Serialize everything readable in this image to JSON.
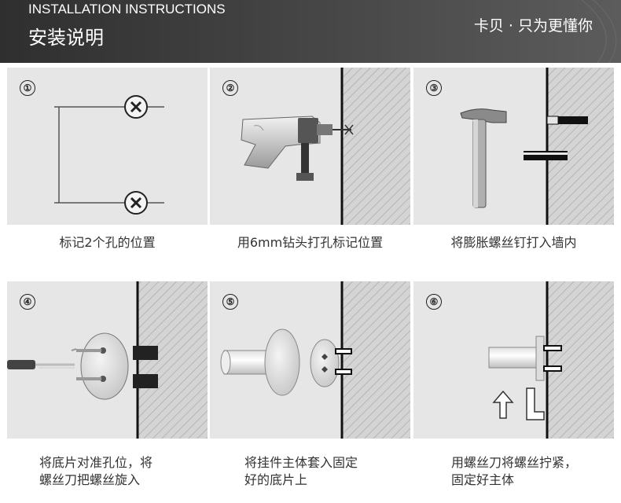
{
  "header": {
    "title_en": "INSTALLATION INSTRUCTIONS",
    "title_cn": "安装说明",
    "slogan": "卡贝 · 只为更懂你"
  },
  "steps": [
    {
      "number": "①",
      "caption_lines": [
        "标记2个孔的位置"
      ]
    },
    {
      "number": "②",
      "caption_lines": [
        "用6mm钻头打孔标记位置"
      ]
    },
    {
      "number": "③",
      "caption_lines": [
        "将膨胀螺丝钉打入墙内"
      ]
    },
    {
      "number": "④",
      "caption_lines": [
        "将底片对准孔位，将",
        "螺丝刀把螺丝旋入"
      ]
    },
    {
      "number": "⑤",
      "caption_lines": [
        "将挂件主体套入固定",
        "好的底片上"
      ]
    },
    {
      "number": "⑥",
      "caption_lines": [
        "用螺丝刀将螺丝拧紧，",
        "固定好主体"
      ]
    }
  ],
  "colors": {
    "header_bg": "#3a3a3a",
    "panel_bg": "#e6e6e6",
    "wall_hatch": "#c8c8c8",
    "caption_text": "#333333"
  }
}
